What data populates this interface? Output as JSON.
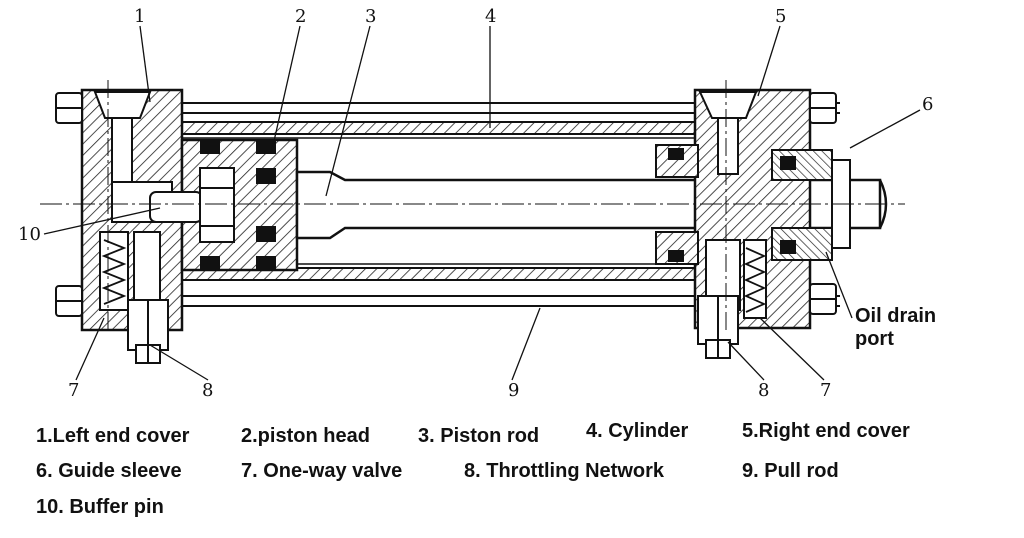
{
  "diagram": {
    "callouts": {
      "c1": "1",
      "c2": "2",
      "c3": "3",
      "c4": "4",
      "c5": "5",
      "c6": "6",
      "c7a": "7",
      "c7b": "7",
      "c8a": "8",
      "c8b": "8",
      "c9": "9",
      "c10": "10"
    },
    "port_label_line1": "Oil drain",
    "port_label_line2": "port"
  },
  "legend": {
    "l1": "1.Left end cover",
    "l2": "2.piston head",
    "l3": "3. Piston rod",
    "l4": "4. Cylinder",
    "l5": "5.Right end cover",
    "l6": "6. Guide sleeve",
    "l7": "7. One-way valve",
    "l8": "8. Throttling Network",
    "l9": "9. Pull rod",
    "l10": "10. Buffer pin"
  }
}
